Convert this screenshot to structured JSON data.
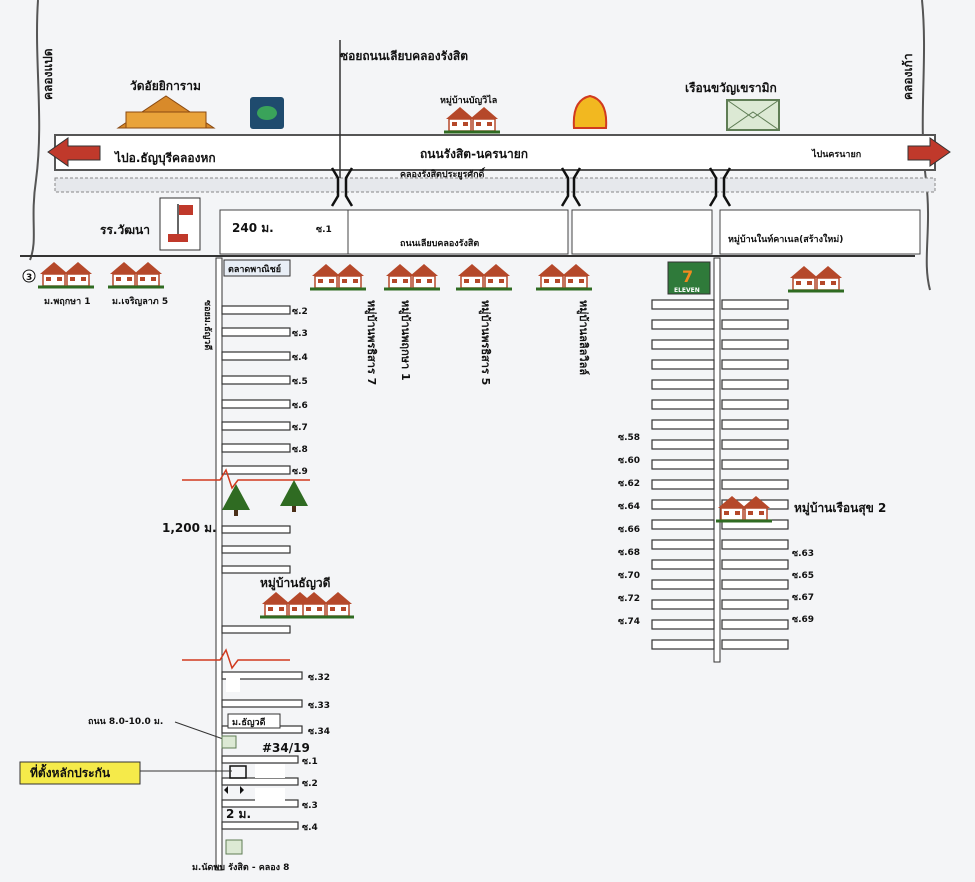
{
  "canals": {
    "left": "คลองแปด",
    "right": "คลองเก้า",
    "rangsit_prayoon": "คลองรังสิตประยูรศักดิ์"
  },
  "roads": {
    "main": "ถนนรังสิต-นครนายก",
    "to_left": "ไปอ.ธัญบุรีคลองหก",
    "to_right": "ไปนครนายก",
    "side_soi": "ซอยถนนเลียบคลองรังสิต",
    "frontage": "ถนนเลียบคลองรังสิต",
    "soi_road_name": "ซอยม.ธัญวดี",
    "road_width": "ถนน 8.0-10.0 ม."
  },
  "distances": {
    "d240": "240 ม.",
    "d1200": "1,200 ม.",
    "d2m": "2 ม."
  },
  "landmarks": {
    "temple": "วัดอัยยิการาม",
    "village_top": "หมู่บ้านบัญวิไล",
    "restaurant": "เรือนขวัญเขรามิก",
    "school": "รร.วัฒนา",
    "village_new": "หมู่บ้านในท์คาเนล(สร้างใหม่)",
    "market": "ตลาดพาณิชย์",
    "seven_eleven": "ELEVEN",
    "seven": "7"
  },
  "villages": {
    "circle_num": "3",
    "m_pruksa": "ม.พฤกษา 1",
    "m_charoen": "ม.เจริญลาภ 5",
    "v_tanyawadee": "หมู่บ้านธัญวดี",
    "v_ruenสุข": "หมู่บ้านเรือนสุข 2",
    "m_tanyawadee": "ม.ธัญวดี",
    "m_nadpob": "ม.นัดพบ รังสิต - คลอง 8"
  },
  "vertical_villages": [
    "หมู่บ้านพรธิสาร 7",
    "หมู่บ้านพฤกษา 1",
    "หมู่บ้านพรธิสาร 5",
    "หมู่บ้านลลิลวิลล์"
  ],
  "soi_labels_left": [
    "ซ.1",
    "ซ.2",
    "ซ.3",
    "ซ.4",
    "ซ.5",
    "ซ.6",
    "ซ.7",
    "ซ.8",
    "ซ.9"
  ],
  "soi_labels_lower": [
    "ซ.32",
    "ซ.33",
    "ซ.34"
  ],
  "soi_labels_bottom": [
    "ซ.1",
    "ซ.2",
    "ซ.3",
    "ซ.4"
  ],
  "soi_labels_right_even": [
    "ซ.58",
    "ซ.60",
    "ซ.62",
    "ซ.64",
    "ซ.66",
    "ซ.68",
    "ซ.70",
    "ซ.72",
    "ซ.74"
  ],
  "soi_labels_right_odd": [
    "ซ.63",
    "ซ.65",
    "ซ.67",
    "ซ.69"
  ],
  "plot": {
    "number": "#34/19",
    "collateral_label": "ที่ตั้งหลักประกัน"
  },
  "colors": {
    "arrow_red": "#c0392b",
    "roof": "#b5482a",
    "highlight": "#f5ea4a",
    "tree": "#2f6b22",
    "soi_fill": "#ffffff"
  }
}
